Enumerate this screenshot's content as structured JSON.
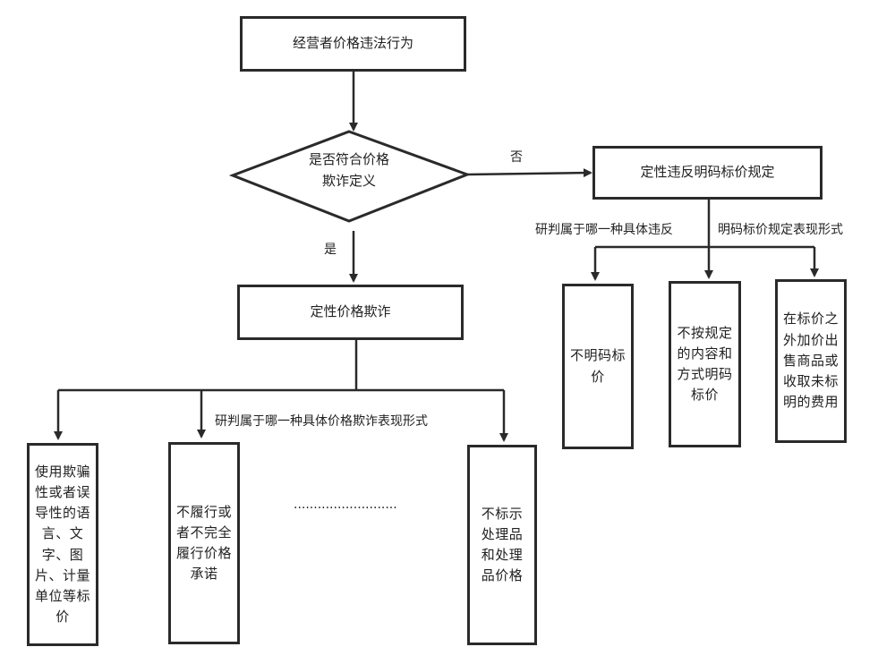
{
  "nodes": {
    "start": "经营者价格违法行为",
    "decision_line1": "是否符合价格",
    "decision_line2": "欺诈定义",
    "fraud": "定性价格欺诈",
    "price_tag_violation": "定性违反明码标价规定",
    "fraud_form_1": "使用欺骗性或者误导性的语言、文字、图片、计量单位等标价",
    "fraud_form_2": "不履行或者不完全履行价格承诺",
    "ellipsis": "··························",
    "fraud_form_3": "不标示处理品和处理品价格",
    "tag_form_1": "不明码标价",
    "tag_form_2": "不按规定的内容和方式明码标价",
    "tag_form_3": "在标价之外加价出售商品或收取未标明的费用"
  },
  "edge_labels": {
    "yes": "是",
    "no": "否",
    "fraud_branch": "研判属于哪一种具体价格欺诈表现形式",
    "tag_branch_left": "研判属于哪一种具体违反",
    "tag_branch_right": "明码标价规定表现形式"
  },
  "colors": {
    "line": "#2a2a2a"
  }
}
